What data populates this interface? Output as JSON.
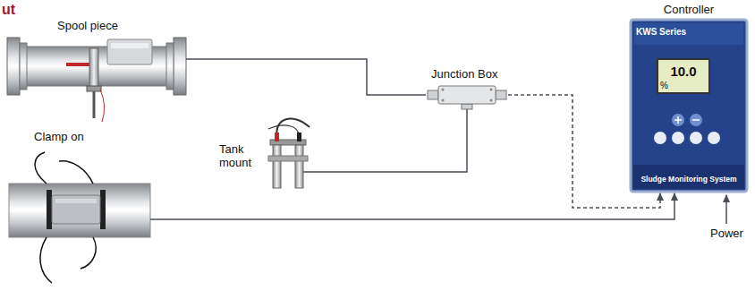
{
  "diagram": {
    "title": "ut",
    "nodes": [
      {
        "text": [
          "Spool piece"
        ]
      },
      {
        "text": [
          "Junction Box"
        ]
      },
      {
        "text": [
          "Tank mount"
        ]
      },
      {
        "text": [
          "Clamp on"
        ]
      },
      {
        "text": [
          "Controller",
          "KWS Series",
          "10.0",
          "%",
          "Sludge Monitoring System"
        ]
      }
    ],
    "edges": [
      {
        "from": 0,
        "to": 1,
        "arrow": "none"
      },
      {
        "from": 2,
        "to": 1,
        "arrow": "none"
      },
      {
        "from": 1,
        "to": 4,
        "arrow": "to"
      },
      {
        "from": 3,
        "to": 4,
        "arrow": "to"
      }
    ],
    "labels": [
      "Power"
    ]
  }
}
